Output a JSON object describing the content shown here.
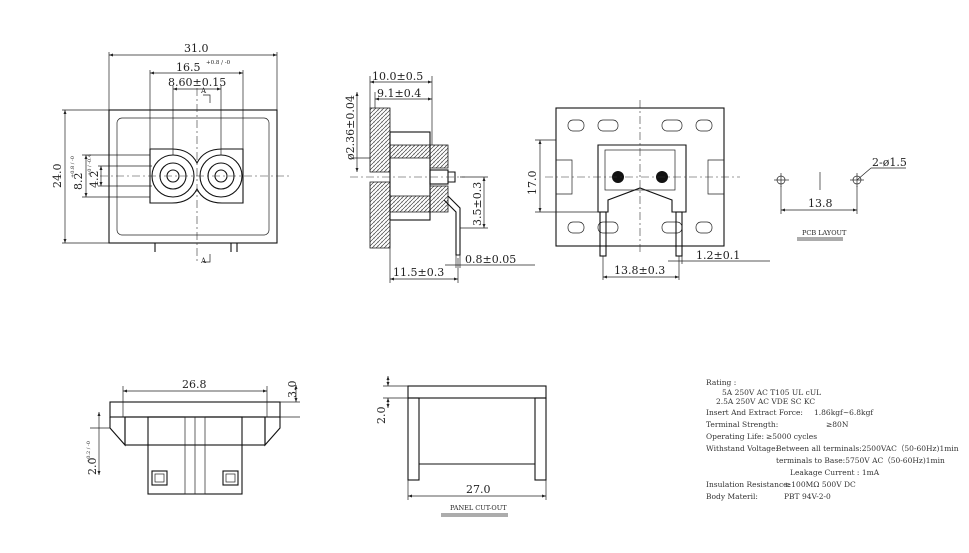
{
  "dimensions": {
    "front": {
      "overall_width": "31.0",
      "pin_span": "16.5",
      "pin_span_tol": "+0.8 / -0",
      "pin_pitch": "8.60±0.15",
      "height": "24.0",
      "cavity_height": "8.2",
      "cavity_height_tol": "+0.8 / -0",
      "cavity_inner": "4.2",
      "cavity_inner_tol": "+0 / -0.4",
      "section_mark": "A"
    },
    "side": {
      "depth": "10.0±0.5",
      "depth_inner": "9.1±0.4",
      "diameter": "ø2.36±0.04",
      "pin_height": "3.5±0.3",
      "pin_thickness": "0.8±0.05",
      "bottom_length": "11.5±0.3"
    },
    "rear": {
      "height": "17.0",
      "pin_width": "1.2±0.1",
      "pin_span": "13.8±0.3"
    },
    "pcb": {
      "hole_spec": "2-ø1.5",
      "hole_spacing": "13.8",
      "caption": "PCB LAYOUT"
    },
    "bottom": {
      "width": "26.8",
      "flange": "3.0",
      "latch": "2.0",
      "latch_tol": "+0.2 / -0"
    },
    "panel": {
      "thickness": "2.0",
      "cutout_width": "27.0",
      "caption": "PANEL CUT-OUT"
    }
  },
  "specs": [
    {
      "label": "Rating :",
      "value": ""
    },
    {
      "label": "",
      "value": "5A 250V AC    T105   UL   cUL"
    },
    {
      "label": "",
      "value": "2.5A 250V AC  VDE   SC   KC"
    },
    {
      "label": "Insert And Extract Force:",
      "value": "1.86kgf~6.8kgf"
    },
    {
      "label": "Terminal  Strength:",
      "value": "≥80N"
    },
    {
      "label": "Operating Life:",
      "value": "≥5000  cycles"
    },
    {
      "label": "Withstand Voltage:",
      "value": "Between all terminals:2500VAC（50-60Hz)1min"
    },
    {
      "label": "",
      "value": "terminals to Base:5750V AC（50-60Hz)1min"
    },
    {
      "label": "",
      "value": "Leakage Current : 1mA"
    },
    {
      "label": "Insulation Resistance:",
      "value": "≥100MΩ  500V DC"
    },
    {
      "label": "Body Materil:",
      "value": "PBT  94V-2-0"
    }
  ]
}
